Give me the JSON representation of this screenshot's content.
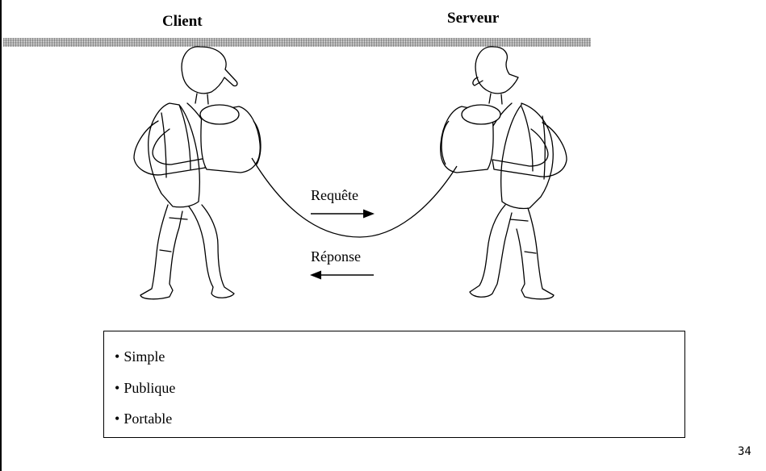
{
  "labels": {
    "client": "Client",
    "server": "Serveur",
    "request": "Requête",
    "response": "Réponse"
  },
  "features": [
    "Simple",
    "Publique",
    "Portable"
  ],
  "bullet": "•",
  "page_number": "34"
}
